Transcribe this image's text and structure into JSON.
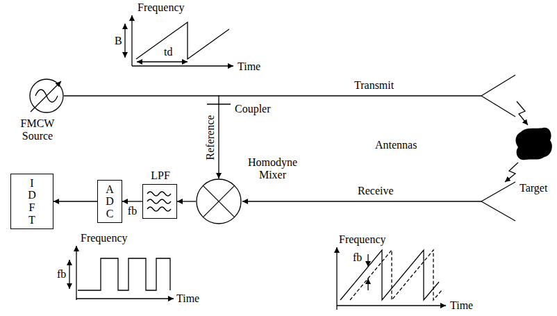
{
  "diagram": {
    "nodes": [
      {
        "text": [
          "FMCW Source"
        ]
      },
      {
        "text": [
          "Target"
        ]
      },
      {
        "text": [
          "Homodyne Mixer"
        ]
      },
      {
        "text": [
          "LPF"
        ]
      },
      {
        "text": [
          "A D C"
        ]
      },
      {
        "text": [
          "I D F T"
        ]
      }
    ],
    "edges": [
      {
        "from": 0,
        "to": 2,
        "arrow": "to",
        "label": "Reference"
      },
      {
        "from": 2,
        "to": 3,
        "arrow": "to"
      },
      {
        "from": 3,
        "to": 4,
        "arrow": "to",
        "label": "fb"
      },
      {
        "from": 4,
        "to": 5,
        "arrow": "to"
      }
    ],
    "labels": [
      "Frequency",
      "B",
      "td",
      "Time",
      "Coupler",
      "Transmit",
      "Antennas",
      "Receive",
      "Frequency",
      "fb",
      "Time",
      "Frequency",
      "fb",
      "Time"
    ]
  }
}
